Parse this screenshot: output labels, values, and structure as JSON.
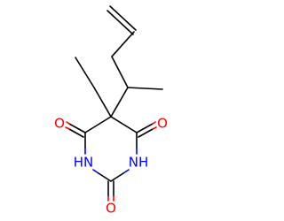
{
  "molecule": {
    "atoms": {
      "o_left": {
        "label": "O",
        "element": "oxygen",
        "color": "#ff0000"
      },
      "o_right": {
        "label": "O",
        "element": "oxygen",
        "color": "#ff0000"
      },
      "o_bottom": {
        "label": "O",
        "element": "oxygen",
        "color": "#ff0000"
      },
      "nh_left": {
        "label": "HN",
        "element": "nitrogen",
        "color": "#0000ff"
      },
      "nh_right": {
        "label": "NH",
        "element": "nitrogen",
        "color": "#0000ff"
      }
    },
    "colors": {
      "carbon_bond": "#000000",
      "oxygen": "#ff0000",
      "nitrogen": "#0000ff"
    }
  }
}
